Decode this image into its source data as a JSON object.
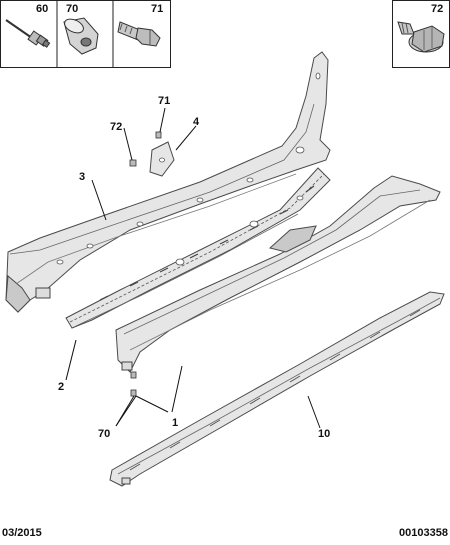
{
  "legend_parts": [
    {
      "ref": "60",
      "icon": "pin-bolt-icon"
    },
    {
      "ref": "70",
      "icon": "rivet-nut-icon"
    },
    {
      "ref": "71",
      "icon": "bolt-icon"
    },
    {
      "ref": "72",
      "icon": "hex-flange-bolt-icon"
    }
  ],
  "callouts": {
    "c1": "1",
    "c2": "2",
    "c3": "3",
    "c4": "4",
    "c10": "10",
    "c70": "70",
    "c71": "71",
    "c72": "72"
  },
  "footer": {
    "date": "03/2015",
    "code": "00103358"
  }
}
